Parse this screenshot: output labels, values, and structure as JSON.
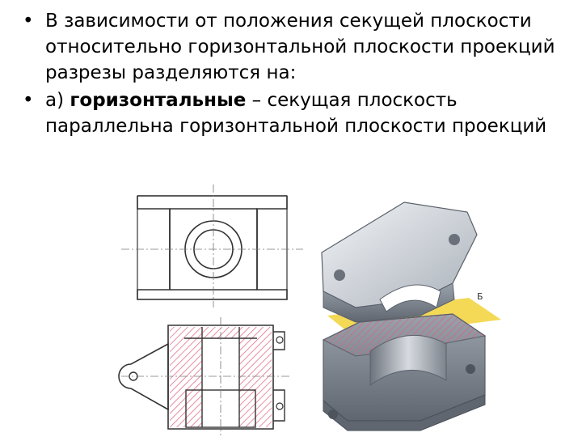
{
  "bullets": [
    {
      "marker": "•",
      "text": "В зависимости от положения секущей плоскости относительно горизонтальной плоскости проекций разрезы разделяются на:"
    },
    {
      "marker": "•",
      "prefix": "а) ",
      "bold": "горизонтальные",
      "rest": " – секущая плоскость параллельна горизонтальной плоскости проекций"
    }
  ],
  "figure": {
    "plane_label": "Б",
    "colors": {
      "outline": "#333333",
      "hatch": "#e06080",
      "metal_light": "#d9dde3",
      "metal_dark": "#7f8791",
      "plane": "#f2d23a"
    }
  }
}
